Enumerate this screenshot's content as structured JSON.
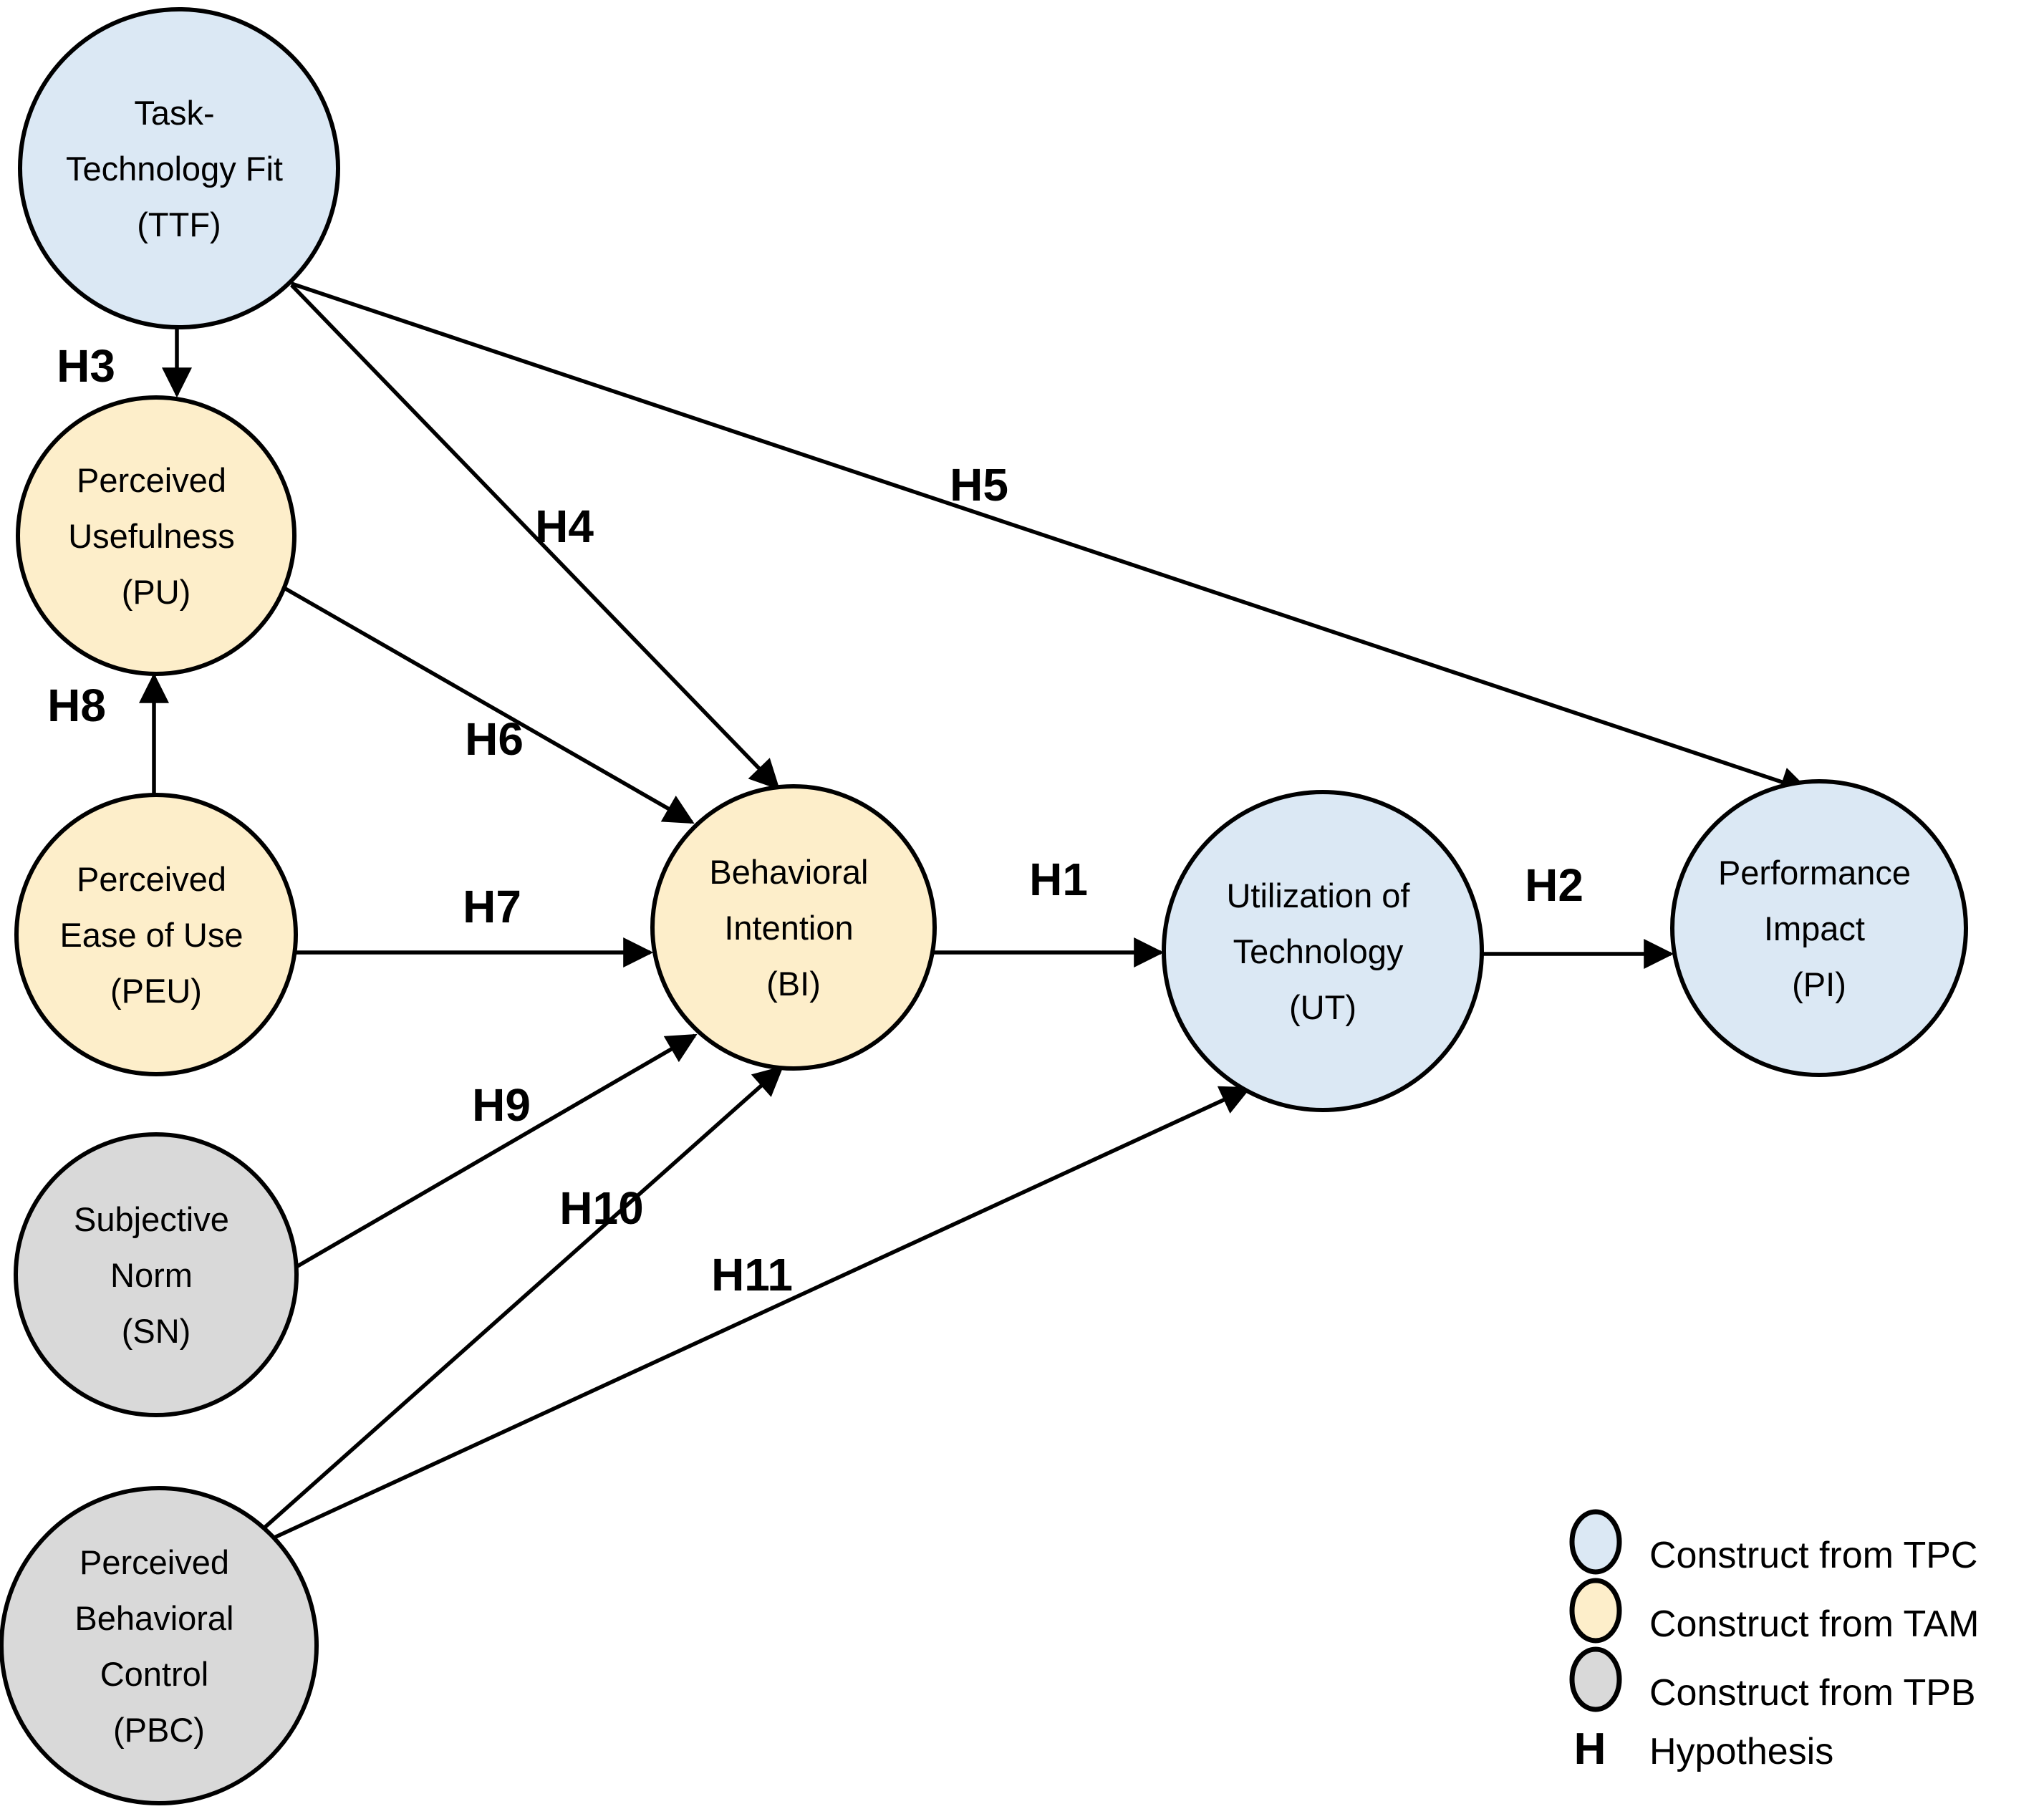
{
  "colors": {
    "tpc_blue": "#dbe8f4",
    "tam_yellow": "#fdeeca",
    "tpb_gray": "#d9d9d9",
    "line_black": "#000000"
  },
  "nodes": {
    "ttf": {
      "abbr": "TTF",
      "theory": "TPC",
      "lines": [
        "Task-",
        "Technology Fit",
        "(TTF)"
      ]
    },
    "pu": {
      "abbr": "PU",
      "theory": "TAM",
      "lines": [
        "Perceived",
        "Usefulness",
        "(PU)"
      ]
    },
    "peu": {
      "abbr": "PEU",
      "theory": "TAM",
      "lines": [
        "Perceived",
        "Ease of Use",
        "(PEU)"
      ]
    },
    "sn": {
      "abbr": "SN",
      "theory": "TPB",
      "lines": [
        "Subjective",
        "Norm",
        "(SN)"
      ]
    },
    "pbc": {
      "abbr": "PBC",
      "theory": "TPB",
      "lines": [
        "Perceived",
        "Behavioral",
        "Control",
        "(PBC)"
      ]
    },
    "bi": {
      "abbr": "BI",
      "theory": "TAM",
      "lines": [
        "Behavioral",
        "Intention",
        "(BI)"
      ]
    },
    "ut": {
      "abbr": "UT",
      "theory": "TPC",
      "lines": [
        "Utilization of",
        "Technology",
        "(UT)"
      ]
    },
    "pi": {
      "abbr": "PI",
      "theory": "TPC",
      "lines": [
        "Performance",
        "Impact",
        "(PI)"
      ]
    }
  },
  "edges": {
    "h1": {
      "label": "H1",
      "from": "BI",
      "to": "UT"
    },
    "h2": {
      "label": "H2",
      "from": "UT",
      "to": "PI"
    },
    "h3": {
      "label": "H3",
      "from": "TTF",
      "to": "PU"
    },
    "h4": {
      "label": "H4",
      "from": "TTF",
      "to": "BI"
    },
    "h5": {
      "label": "H5",
      "from": "TTF",
      "to": "PI"
    },
    "h6": {
      "label": "H6",
      "from": "PU",
      "to": "BI"
    },
    "h7": {
      "label": "H7",
      "from": "PEU",
      "to": "BI"
    },
    "h8": {
      "label": "H8",
      "from": "PEU",
      "to": "PU"
    },
    "h9": {
      "label": "H9",
      "from": "SN",
      "to": "BI"
    },
    "h10": {
      "label": "H10",
      "from": "PBC",
      "to": "BI"
    },
    "h11": {
      "label": "H11",
      "from": "PBC",
      "to": "UT"
    }
  },
  "legend": {
    "items": [
      {
        "color_key": "tpc_blue",
        "label": "Construct from TPC"
      },
      {
        "color_key": "tam_yellow",
        "label": "Construct from TAM"
      },
      {
        "color_key": "tpb_gray",
        "label": "Construct from TPB"
      }
    ],
    "hypothesis_symbol": "H",
    "hypothesis_label": "Hypothesis"
  }
}
